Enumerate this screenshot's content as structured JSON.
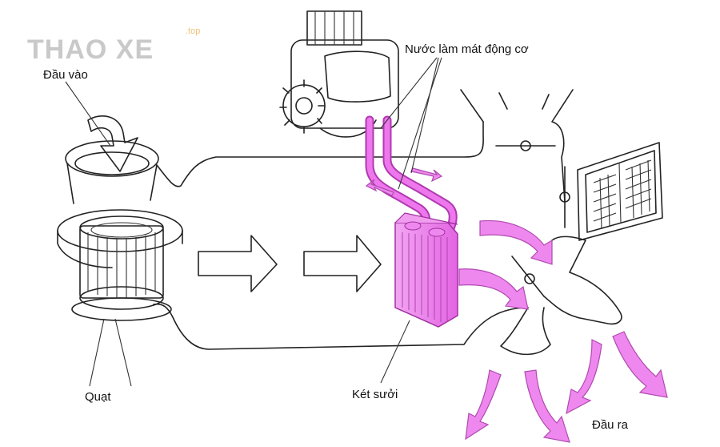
{
  "logo": {
    "main": "THAO XE",
    "sub": ".top"
  },
  "labels": {
    "inlet": "Đầu vào",
    "fan": "Quạt",
    "engine_coolant": "Nước làm mát động cơ",
    "heater_core": "Két sưởi",
    "outlet": "Đầu ra"
  },
  "colors": {
    "accent": "#e55ce5",
    "line": "#222222",
    "logo": "#c9c9c9"
  }
}
